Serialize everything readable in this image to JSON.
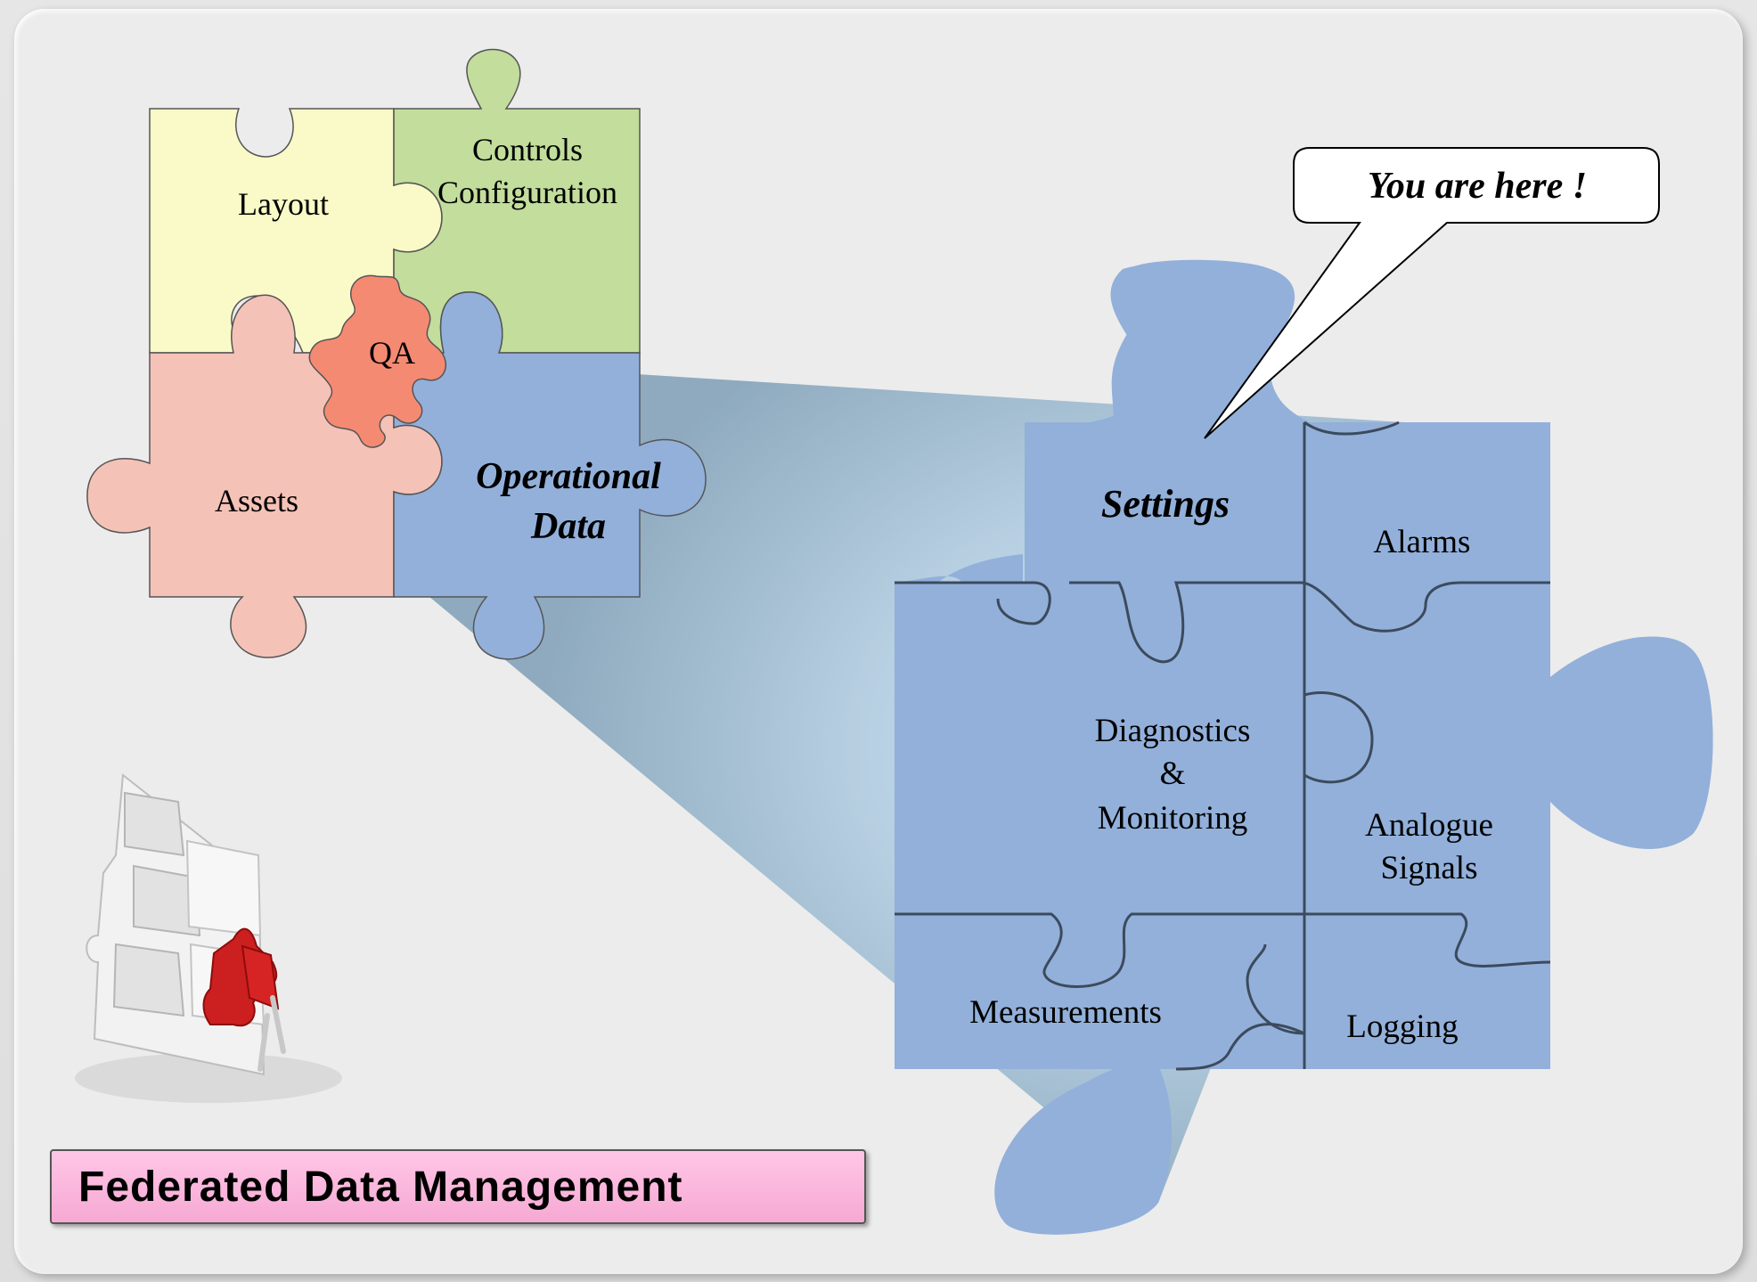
{
  "small_puzzle": {
    "layout": "Layout",
    "controls_line1": "Controls",
    "controls_line2": "Configuration",
    "qa": "QA",
    "assets": "Assets",
    "operational_line1": "Operational",
    "operational_line2": "Data"
  },
  "large_puzzle": {
    "settings": "Settings",
    "alarms": "Alarms",
    "diagnostics_line1": "Diagnostics",
    "diagnostics_line2": "&",
    "diagnostics_line3": "Monitoring",
    "analogue_line1": "Analogue",
    "analogue_line2": "Signals",
    "measurements": "Measurements",
    "logging": "Logging"
  },
  "callout": {
    "text": "You are here !"
  },
  "banner": {
    "title": "Federated Data Management"
  },
  "colors": {
    "yellow_piece": "#fafac8",
    "green_piece": "#c2dd9c",
    "pink_piece": "#f5c2b8",
    "blue_piece": "#92b0da",
    "qa_piece": "#f58a72",
    "highlight_text": "#ffff20",
    "callout_text": "#e00000",
    "banner_fill": "#f8b0d8"
  }
}
